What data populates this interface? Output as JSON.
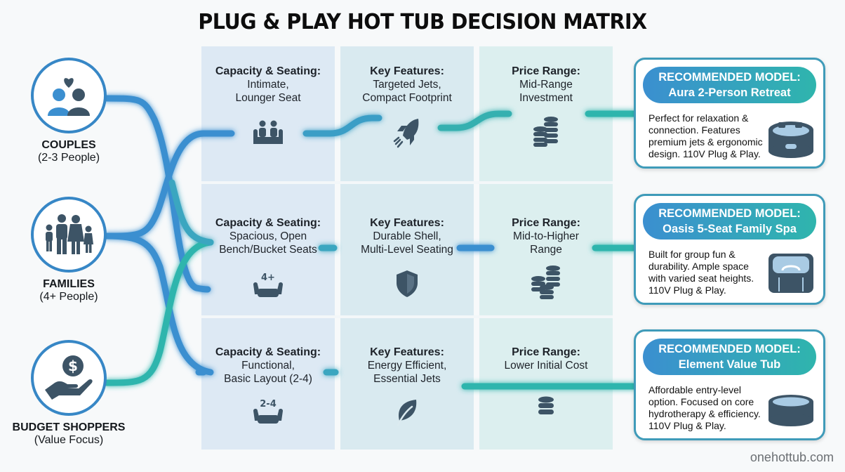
{
  "title": "PLUG & PLAY HOT TUB DECISION MATRIX",
  "colors": {
    "blue": "#3787c6",
    "teal": "#2fb5ad",
    "icon_dark": "#3d5466",
    "col_bg": "#dde9f4"
  },
  "personas": [
    {
      "label": "COUPLES",
      "sub": "(2-3 People)",
      "icon": "couple-heart-icon"
    },
    {
      "label": "FAMILIES",
      "sub": "(4+ People)",
      "icon": "family-icon"
    },
    {
      "label": "BUDGET SHOPPERS",
      "sub": "(Value Focus)",
      "icon": "hand-dollar-icon"
    }
  ],
  "rows": [
    {
      "capacity": {
        "heading": "Capacity & Seating:",
        "line1": "Intimate,",
        "line2": "Lounger Seat",
        "icon": "lounger-seat-icon"
      },
      "features": {
        "heading": "Key Features:",
        "line1": "Targeted Jets,",
        "line2": "Compact Footprint",
        "icon": "rocket-icon"
      },
      "price": {
        "heading": "Price Range:",
        "line1": "Mid-Range",
        "line2": "Investment",
        "icon": "coin-stacks-icon"
      },
      "model": {
        "badge": "RECOMMENDED MODEL:",
        "name": "Aura 2-Person Retreat",
        "description": "Perfect for relaxation & connection. Features premium jets & ergonomic design. 110V Plug & Play."
      }
    },
    {
      "capacity": {
        "heading": "Capacity & Seating:",
        "line1": "Spacious, Open",
        "line2": "Bench/Bucket Seats",
        "icon": "sofa-4plus-icon",
        "badge": "4+"
      },
      "features": {
        "heading": "Key Features:",
        "line1": "Durable Shell,",
        "line2": "Multi-Level Seating",
        "icon": "shield-icon"
      },
      "price": {
        "heading": "Price Range:",
        "line1": "Mid-to-Higher",
        "line2": "Range",
        "icon": "coin-stacks-large-icon"
      },
      "model": {
        "badge": "RECOMMENDED MODEL:",
        "name": "Oasis 5-Seat Family Spa",
        "description": "Built for group fun & durability. Ample space with varied seat heights. 110V Plug & Play."
      }
    },
    {
      "capacity": {
        "heading": "Capacity & Seating:",
        "line1": "Functional,",
        "line2": "Basic Layout (2-4)",
        "icon": "sofa-2to4-icon",
        "badge": "2-4"
      },
      "features": {
        "heading": "Key Features:",
        "line1": "Energy Efficient,",
        "line2": "Essential Jets",
        "icon": "leaf-icon"
      },
      "price": {
        "heading": "Price Range:",
        "line1": "Lower Initial Cost",
        "line2": "",
        "icon": "coin-single-stack-icon"
      },
      "model": {
        "badge": "RECOMMENDED MODEL:",
        "name": "Element Value Tub",
        "description": "Affordable entry-level option. Focused on core hydrotherapy & efficiency. 110V Plug & Play."
      }
    }
  ],
  "watermark": "onehottub.com"
}
